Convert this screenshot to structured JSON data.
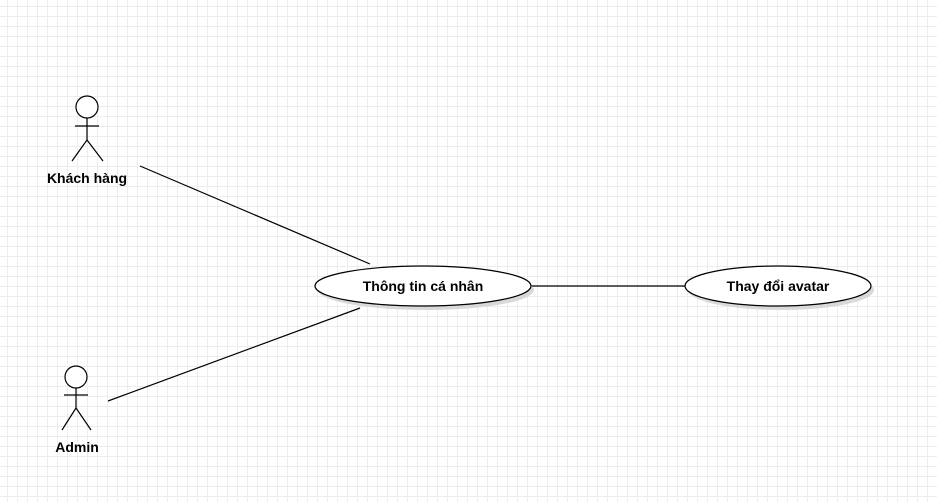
{
  "diagram": {
    "actors": [
      {
        "id": "khach-hang",
        "label": "Khách hàng"
      },
      {
        "id": "admin",
        "label": "Admin"
      }
    ],
    "use_cases": [
      {
        "id": "thong-tin-ca-nhan",
        "label": "Thông tin cá nhân"
      },
      {
        "id": "thay-doi-avatar",
        "label": "Thay đổi avatar"
      }
    ],
    "associations": [
      {
        "from": "khach-hang",
        "to": "thong-tin-ca-nhan"
      },
      {
        "from": "admin",
        "to": "thong-tin-ca-nhan"
      },
      {
        "from": "thong-tin-ca-nhan",
        "to": "thay-doi-avatar"
      }
    ],
    "colors": {
      "stroke": "#000000",
      "fill": "#ffffff",
      "shadow": "#d9d9d9",
      "grid": "#ededed"
    }
  }
}
